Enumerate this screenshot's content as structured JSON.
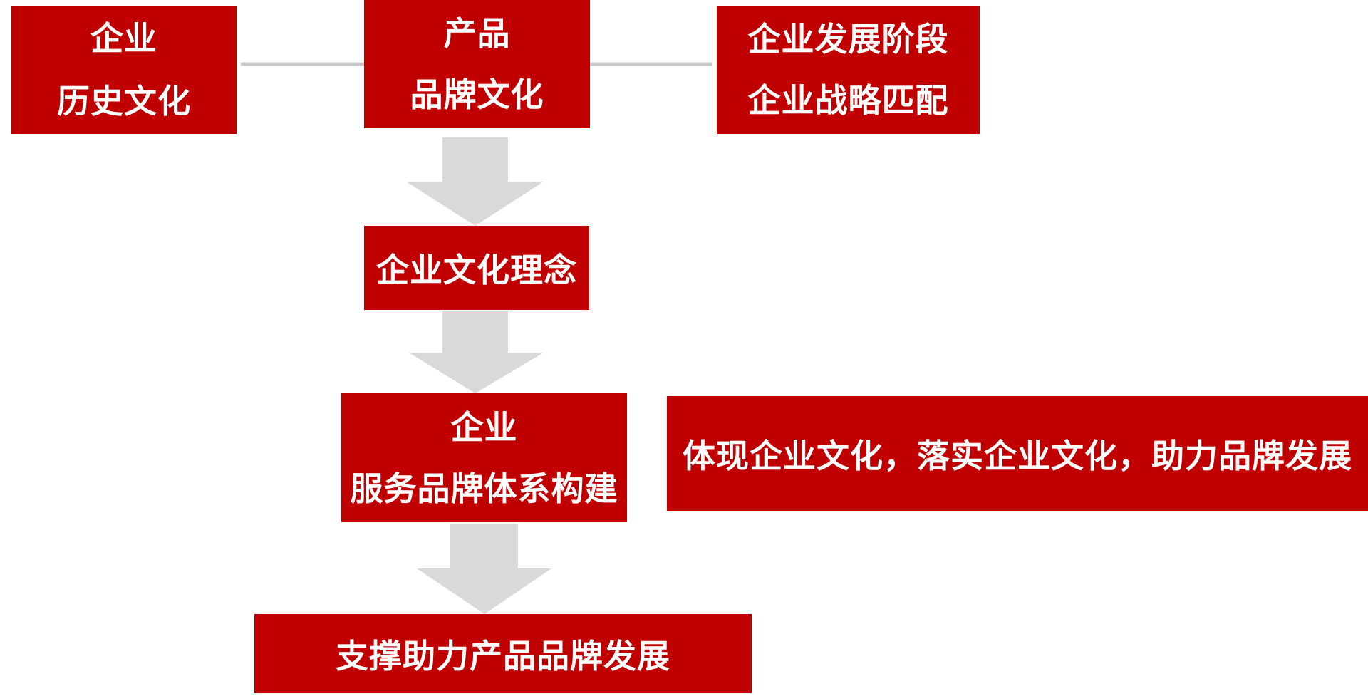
{
  "colors": {
    "box_fill": "#c00000",
    "box_text": "#ffffff",
    "connector": "#c8c8c8",
    "arrow": "#d9d9d9"
  },
  "nodes": {
    "history": {
      "lines": [
        "企业",
        "历史文化"
      ]
    },
    "product": {
      "lines": [
        "产品",
        "品牌文化"
      ]
    },
    "strategy": {
      "lines": [
        "企业发展阶段",
        "企业战略匹配"
      ]
    },
    "concept": {
      "lines": [
        "企业文化理念"
      ]
    },
    "service": {
      "lines": [
        "企业",
        "服务品牌体系构建"
      ]
    },
    "embody": {
      "lines": [
        "体现企业文化，落实企业文化，助力品牌发展"
      ]
    },
    "support": {
      "lines": [
        "支撑助力产品品牌发展"
      ]
    }
  },
  "edges": [
    {
      "from": "history",
      "to": "product",
      "style": "line"
    },
    {
      "from": "product",
      "to": "strategy",
      "style": "line"
    },
    {
      "from": "product",
      "to": "concept",
      "style": "block-arrow"
    },
    {
      "from": "concept",
      "to": "service",
      "style": "block-arrow"
    },
    {
      "from": "service",
      "to": "support",
      "style": "block-arrow"
    }
  ]
}
